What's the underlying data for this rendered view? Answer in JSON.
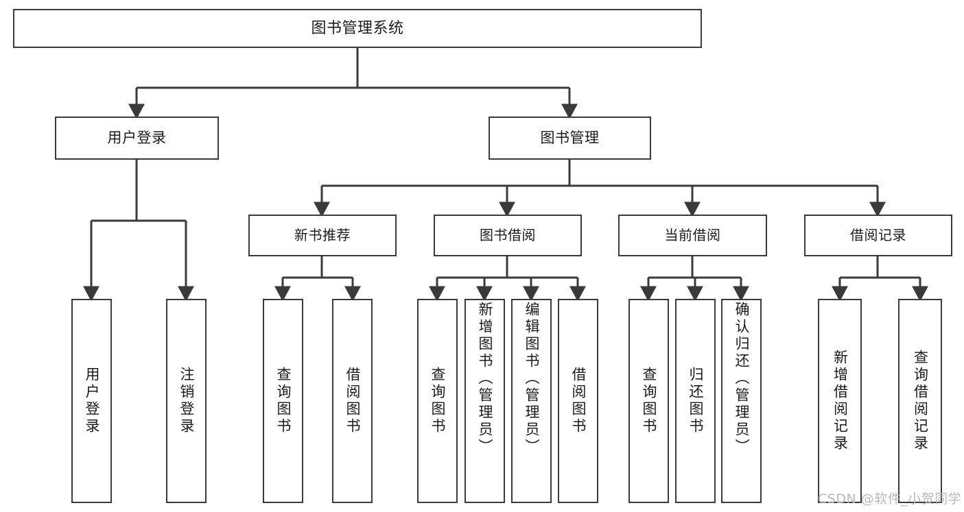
{
  "diagram": {
    "title": "图书管理系统",
    "type": "tree-hierarchy-diagram",
    "watermark": "CSDN @软件_小贺同学",
    "colors": {
      "background": "#ffffff",
      "box_border": "#3a3a3a",
      "connector": "#3a3a3a",
      "text": "#1b1b1b",
      "watermark": "#b9b9b9"
    },
    "root": {
      "label": "图书管理系统"
    },
    "level1": [
      {
        "label": "用户登录"
      },
      {
        "label": "图书管理"
      }
    ],
    "level2": [
      {
        "label": "新书推荐"
      },
      {
        "label": "图书借阅"
      },
      {
        "label": "当前借阅"
      },
      {
        "label": "借阅记录"
      }
    ],
    "leaves": {
      "user_login": [
        {
          "label": "用户登录"
        },
        {
          "label": "注销登录"
        }
      ],
      "new_book_recommend": [
        {
          "label": "查询图书"
        },
        {
          "label": "借阅图书"
        }
      ],
      "book_borrow": [
        {
          "label": "查询图书"
        },
        {
          "label": "新增图书（管理员）"
        },
        {
          "label": "编辑图书（管理员）"
        },
        {
          "label": "借阅图书"
        }
      ],
      "current_borrow": [
        {
          "label": "查询图书"
        },
        {
          "label": "归还图书"
        },
        {
          "label": "确认归还（管理员）"
        }
      ],
      "borrow_record": [
        {
          "label": "新增借阅记录"
        },
        {
          "label": "查询借阅记录"
        }
      ]
    }
  }
}
